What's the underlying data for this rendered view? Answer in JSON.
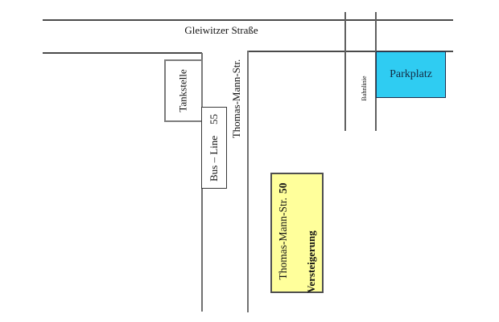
{
  "map": {
    "main_street_label": "Gleiwitzer Straße",
    "side_street_label": "Thomas-Mann-Str.",
    "railway_label": "Bahnlinie",
    "gas_station_label": "Tankstelle",
    "bus_line_label": "Bus – Line",
    "bus_line_number": "55",
    "parking_label": "Parkplatz",
    "auction_street_label": "Thomas-Mann-Str.",
    "auction_house_number": "50",
    "auction_event_label": "Versteigerung",
    "colors": {
      "road_line": "#4a4a4a",
      "street_line": "#717171",
      "rail_line": "#606060",
      "parking_fill": "#2fccf2",
      "auction_fill": "#ffff9b"
    }
  }
}
